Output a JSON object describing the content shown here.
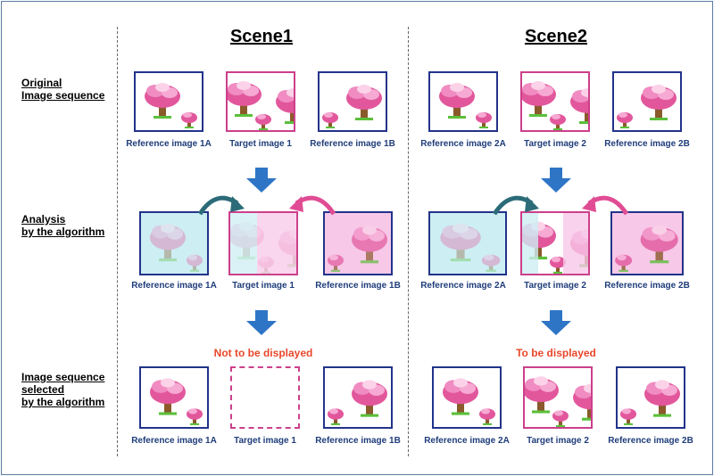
{
  "scenes": [
    {
      "title": "Scene1",
      "status": "Not to be displayed"
    },
    {
      "title": "Scene2",
      "status": "To be displayed"
    }
  ],
  "row_labels": {
    "original_1": "Original",
    "original_2": "Image sequence",
    "analysis_1": "Analysis",
    "analysis_2": "by the algorithm",
    "selected_1": "Image sequence",
    "selected_2": "selected",
    "selected_3": "by the algorithm"
  },
  "captions": {
    "ref_1a": "Reference image 1A",
    "target_1": "Target image 1",
    "ref_1b": "Reference image 1B",
    "ref_2a": "Reference image 2A",
    "target_2": "Target image 2",
    "ref_2b": "Reference image 2B"
  },
  "colors": {
    "reference_border": "#22338a",
    "target_border": "#cc3f8b",
    "status_text": "#e8472a",
    "down_arrow": "#2e75c6",
    "ref_a_overlay": "#cdeef3",
    "ref_b_overlay": "#f7c8e8"
  }
}
